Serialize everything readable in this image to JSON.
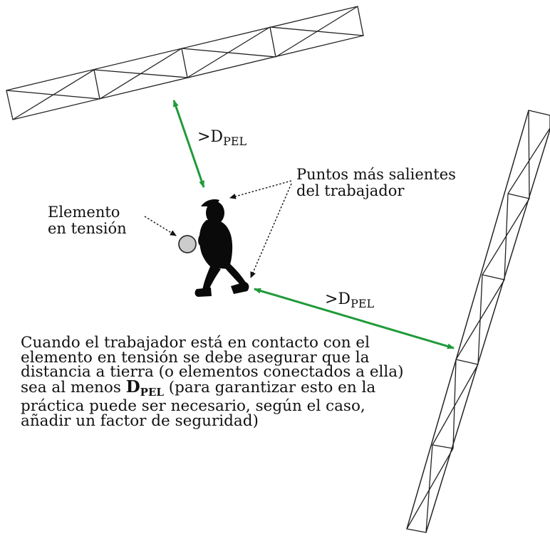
{
  "labels": {
    "distance_prefix": ">D",
    "distance_subscript": "PEL",
    "points_line1": "Puntos más salientes",
    "points_line2": "del trabajador",
    "element_line1": "Elemento",
    "element_line2": "en tensión"
  },
  "caption": {
    "part1": "Cuando el trabajador está en contacto con el elemento en tensión se debe asegurar que la distancia a tierra (o elementos conectados a ella) sea al menos ",
    "bold_main": "D",
    "bold_sub": "PEL",
    "part2": " (para garantizar esto en la práctica puede ser necesario, según el caso, añadir un factor de seguridad)"
  },
  "colors": {
    "arrow": "#1f9a3a",
    "worker": "#0a0a0a",
    "conductor_fill": "#cccccc",
    "truss_stroke": "#222222"
  }
}
